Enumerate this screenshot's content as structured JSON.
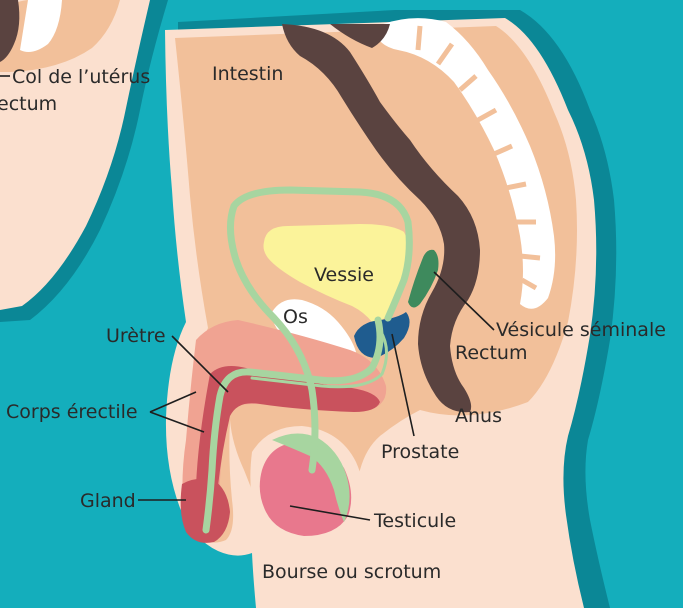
{
  "labels": {
    "col_uterus": "Col de l’utérus",
    "rectum_partial": "ectum",
    "intestin": "Intestin",
    "vessie": "Vessie",
    "os": "Os",
    "uretre": "Urètre",
    "vesicule_seminale": "Vésicule séminale",
    "rectum": "Rectum",
    "corps_erectile": "Corps érectile",
    "anus": "Anus",
    "prostate": "Prostate",
    "gland": "Gland",
    "testicule": "Testicule",
    "bourse": "Bourse ou scrotum"
  },
  "colors": {
    "background": "#14aebc",
    "shadow": "#0b8796",
    "skin": "#fbe0cf",
    "flesh": "#f2c09a",
    "intestine": "#5a4340",
    "bone": "#ffffff",
    "bladder": "#fbf39a",
    "prostate": "#1f5c8f",
    "seminal_vesicle": "#3e8a5d",
    "urethra": "#a7d5a0",
    "erectile_dark": "#c9525d",
    "erectile_light": "#f0a392",
    "testicle": "#e8788d"
  }
}
